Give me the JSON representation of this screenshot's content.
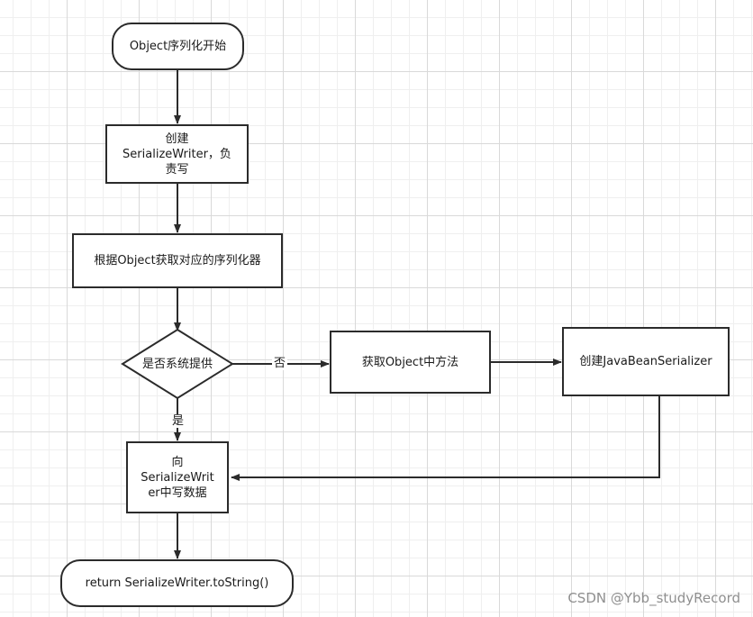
{
  "nodes": {
    "start": "Object序列化开始",
    "create_writer": "创建\nSerializeWriter，负\n责写",
    "get_serializer": "根据Object获取对应的序列化器",
    "decision": "是否系统提供",
    "get_methods": "获取Object中方法",
    "create_bean_serializer": "创建JavaBeanSerializer",
    "write_data": "向\nSerializeWrit\ner中写数据",
    "end": "return SerializeWriter.toString()"
  },
  "edge_labels": {
    "no": "否",
    "yes": "是"
  },
  "watermark": "CSDN @Ybb_studyRecord"
}
